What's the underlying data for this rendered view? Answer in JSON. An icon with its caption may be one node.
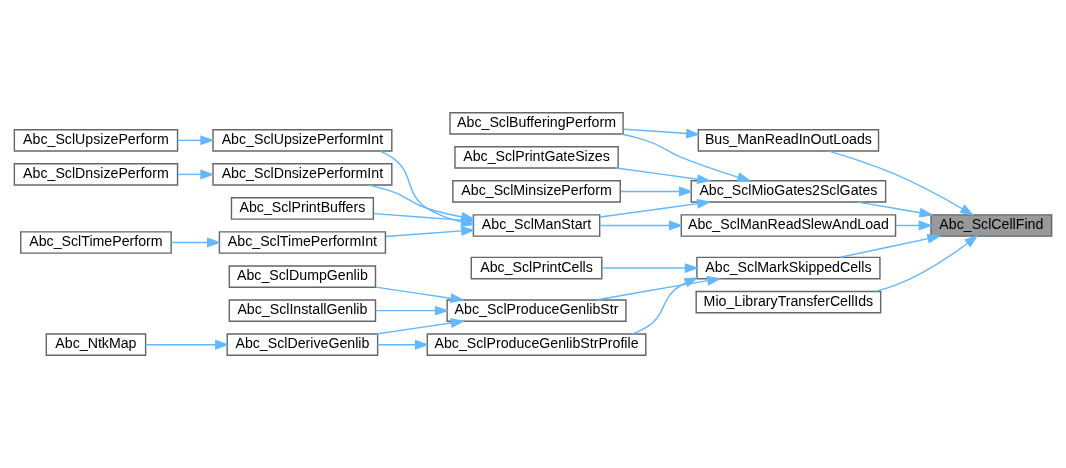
{
  "diagram": {
    "nodes": [
      {
        "text": [
          "Abc_SclCellFind"
        ]
      },
      {
        "text": [
          "Abc_SclManReadSlewAndLoad"
        ]
      },
      {
        "text": [
          "Bus_ManReadInOutLoads"
        ]
      },
      {
        "text": [
          "Abc_SclMioGates2SclGates"
        ]
      },
      {
        "text": [
          "Abc_SclMarkSkippedCells"
        ]
      },
      {
        "text": [
          "Mio_LibraryTransferCellIds"
        ]
      },
      {
        "text": [
          "Abc_SclManStart"
        ]
      },
      {
        "text": [
          "Abc_SclBufferingPerform"
        ]
      },
      {
        "text": [
          "Abc_SclPrintGateSizes"
        ]
      },
      {
        "text": [
          "Abc_SclMinsizePerform"
        ]
      },
      {
        "text": [
          "Abc_SclPrintCells"
        ]
      },
      {
        "text": [
          "Abc_SclProduceGenlibStrProfile"
        ]
      },
      {
        "text": [
          "Abc_SclProduceGenlibStr"
        ]
      },
      {
        "text": [
          "Abc_SclUpsizePerformInt"
        ]
      },
      {
        "text": [
          "Abc_SclDnsizePerformInt"
        ]
      },
      {
        "text": [
          "Abc_SclPrintBuffers"
        ]
      },
      {
        "text": [
          "Abc_SclTimePerformInt"
        ]
      },
      {
        "text": [
          "Abc_SclDeriveGenlib"
        ]
      },
      {
        "text": [
          "Abc_SclDumpGenlib"
        ]
      },
      {
        "text": [
          "Abc_SclInstallGenlib"
        ]
      },
      {
        "text": [
          "Abc_SclUpsizePerform"
        ]
      },
      {
        "text": [
          "Abc_SclDnsizePerform"
        ]
      },
      {
        "text": [
          "Abc_SclTimePerform"
        ]
      },
      {
        "text": [
          "Abc_NtkMap"
        ]
      }
    ],
    "edges": [
      {
        "from": 1,
        "to": 0,
        "arrow": "to"
      },
      {
        "from": 2,
        "to": 0,
        "arrow": "to"
      },
      {
        "from": 3,
        "to": 0,
        "arrow": "to"
      },
      {
        "from": 4,
        "to": 0,
        "arrow": "to"
      },
      {
        "from": 5,
        "to": 0,
        "arrow": "to"
      },
      {
        "from": 6,
        "to": 1,
        "arrow": "to"
      },
      {
        "from": 7,
        "to": 2,
        "arrow": "to"
      },
      {
        "from": 6,
        "to": 3,
        "arrow": "to"
      },
      {
        "from": 7,
        "to": 3,
        "arrow": "to"
      },
      {
        "from": 8,
        "to": 3,
        "arrow": "to"
      },
      {
        "from": 9,
        "to": 3,
        "arrow": "to"
      },
      {
        "from": 10,
        "to": 4,
        "arrow": "to"
      },
      {
        "from": 11,
        "to": 4,
        "arrow": "to"
      },
      {
        "from": 12,
        "to": 4,
        "arrow": "to"
      },
      {
        "from": 13,
        "to": 6,
        "arrow": "to"
      },
      {
        "from": 14,
        "to": 6,
        "arrow": "to"
      },
      {
        "from": 15,
        "to": 6,
        "arrow": "to"
      },
      {
        "from": 16,
        "to": 6,
        "arrow": "to"
      },
      {
        "from": 17,
        "to": 11,
        "arrow": "to"
      },
      {
        "from": 17,
        "to": 12,
        "arrow": "to"
      },
      {
        "from": 18,
        "to": 12,
        "arrow": "to"
      },
      {
        "from": 19,
        "to": 12,
        "arrow": "to"
      },
      {
        "from": 20,
        "to": 13,
        "arrow": "to"
      },
      {
        "from": 21,
        "to": 14,
        "arrow": "to"
      },
      {
        "from": 22,
        "to": 16,
        "arrow": "to"
      },
      {
        "from": 23,
        "to": 17,
        "arrow": "to"
      }
    ]
  }
}
